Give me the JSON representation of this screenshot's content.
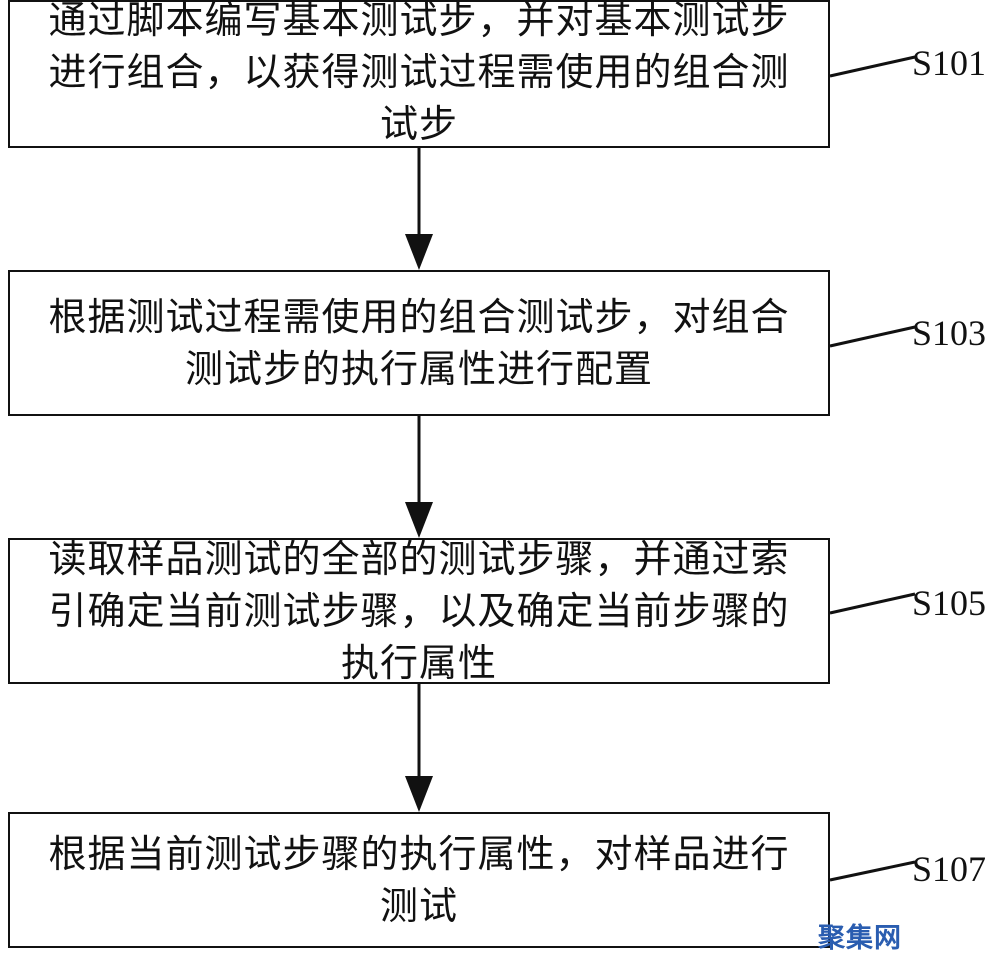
{
  "diagram": {
    "steps": [
      {
        "id": "S101",
        "lines": [
          "通过脚本编写基本测试步，并对基本测试步",
          "进行组合，以获得测试过程需使用的组合测",
          "试步"
        ]
      },
      {
        "id": "S103",
        "lines": [
          "根据测试过程需使用的组合测试步，对组合",
          "测试步的执行属性进行配置"
        ]
      },
      {
        "id": "S105",
        "lines": [
          "读取样品测试的全部的测试步骤，并通过索",
          "引确定当前测试步骤，以及确定当前步骤的",
          "执行属性"
        ]
      },
      {
        "id": "S107",
        "lines": [
          "根据当前测试步骤的执行属性，对样品进行",
          "测试"
        ]
      }
    ],
    "watermark": "聚集网"
  }
}
